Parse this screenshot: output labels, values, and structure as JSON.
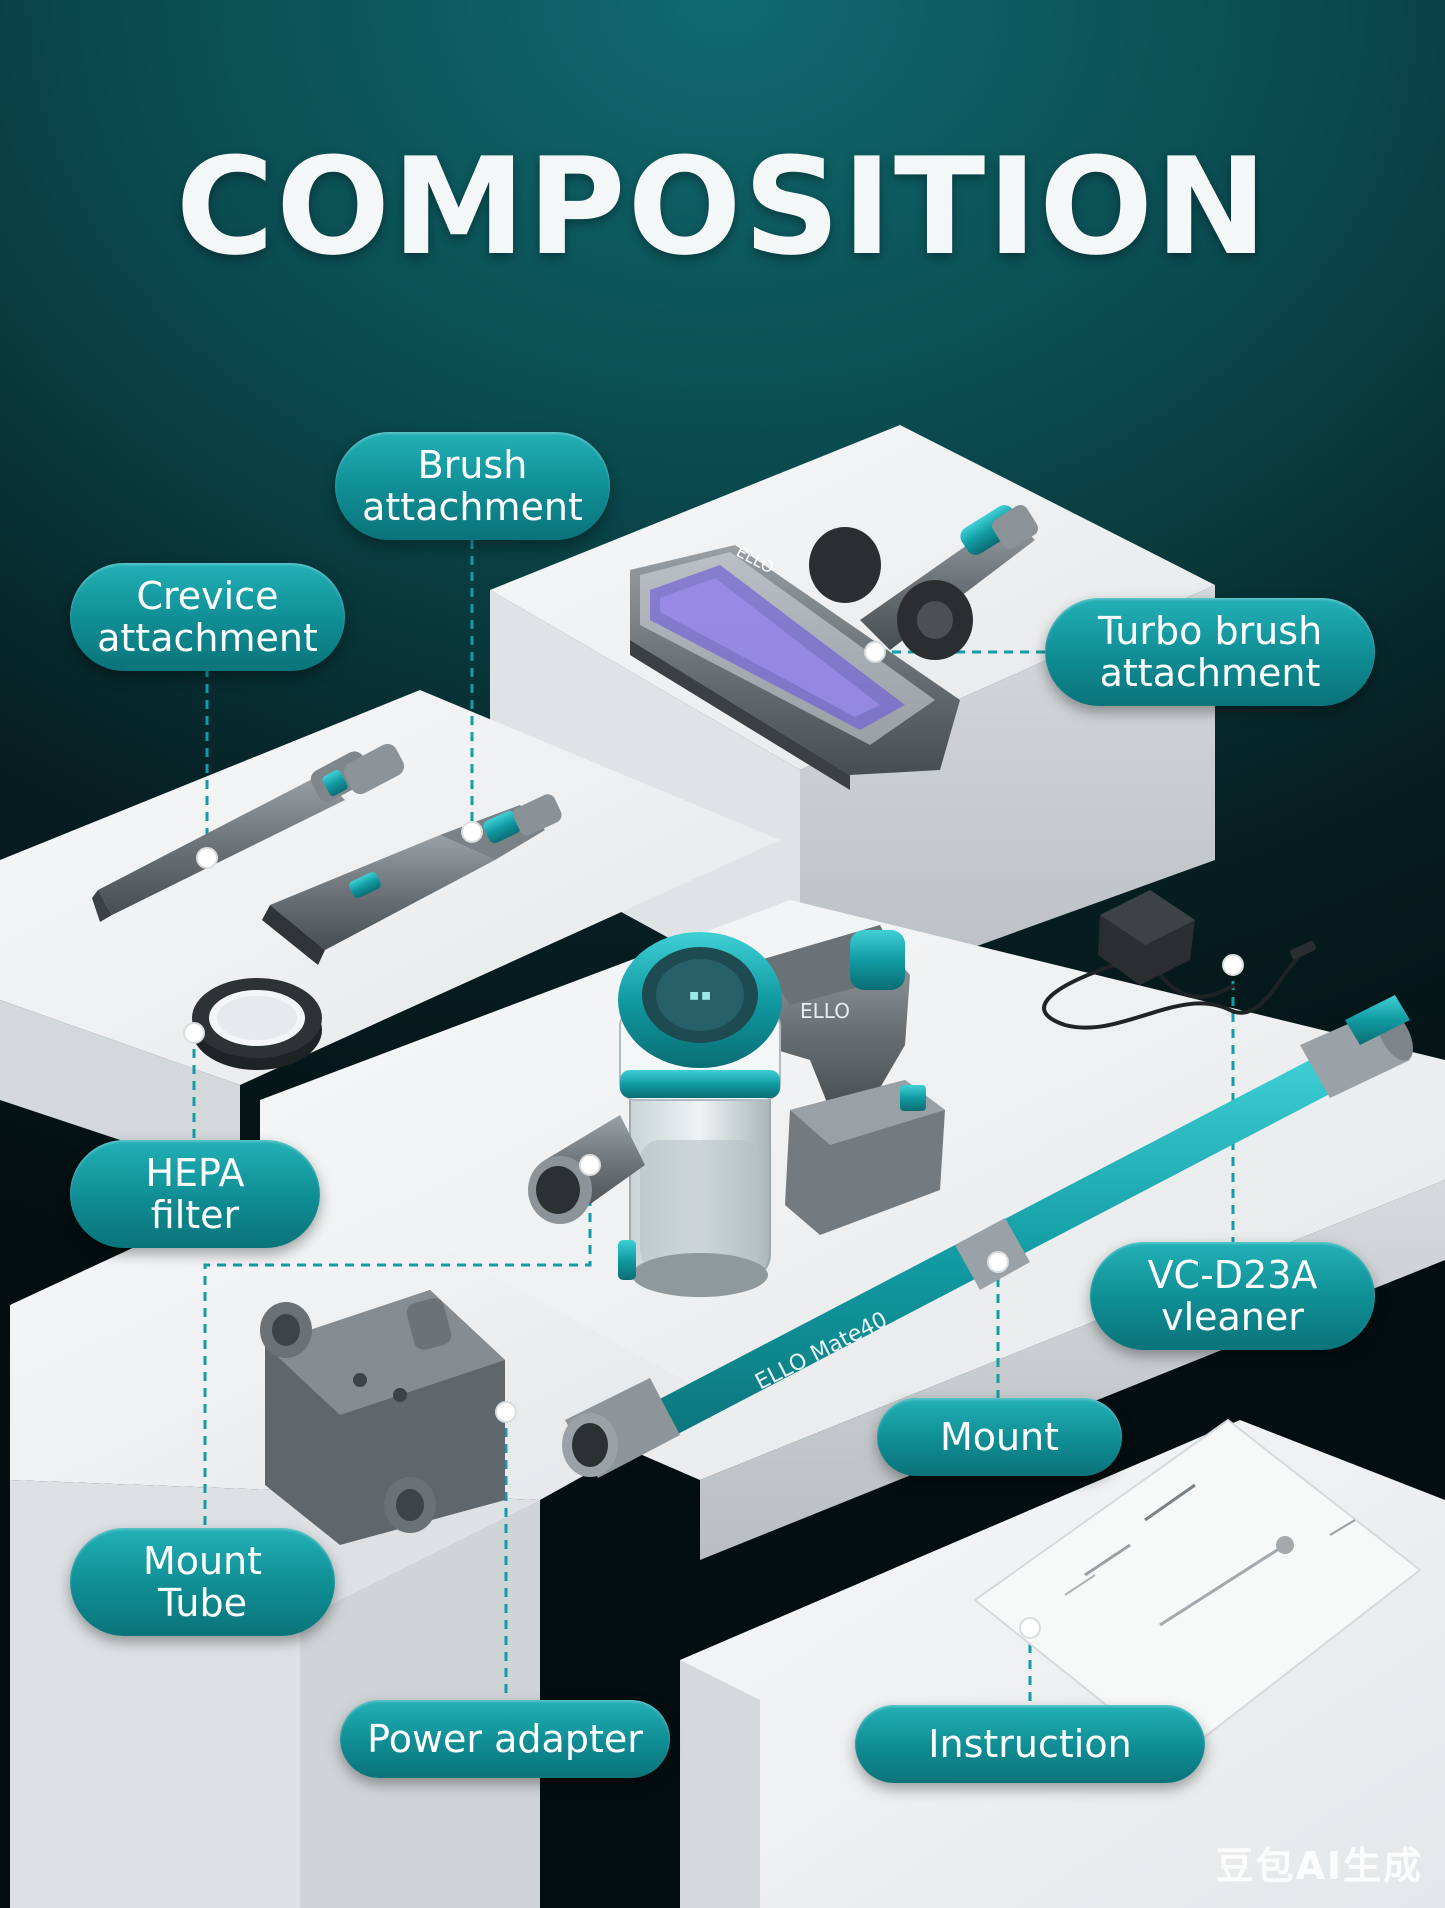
{
  "title": "COMPOSITION",
  "labels": {
    "brush": [
      "Brush",
      "attachment"
    ],
    "crevice": [
      "Crevice",
      "attachment"
    ],
    "turbo": [
      "Turbo brush",
      "attachment"
    ],
    "hepa": [
      "HEPA",
      "filter"
    ],
    "cleaner": [
      "VC-D23A",
      "vleaner"
    ],
    "mount": [
      "Mount"
    ],
    "mount_tube": [
      "Mount",
      "Tube"
    ],
    "power": [
      "Power adapter"
    ],
    "instruction": [
      "Instruction"
    ]
  },
  "brand": {
    "logo_head": "ELLO",
    "logo_body": "ELLO",
    "tube_text": "ELLO Mate40"
  },
  "watermark": "豆包AI生成",
  "colors": {
    "accent": "#12979e",
    "background": "#0a4a4f",
    "platform": "#eef0f1"
  }
}
